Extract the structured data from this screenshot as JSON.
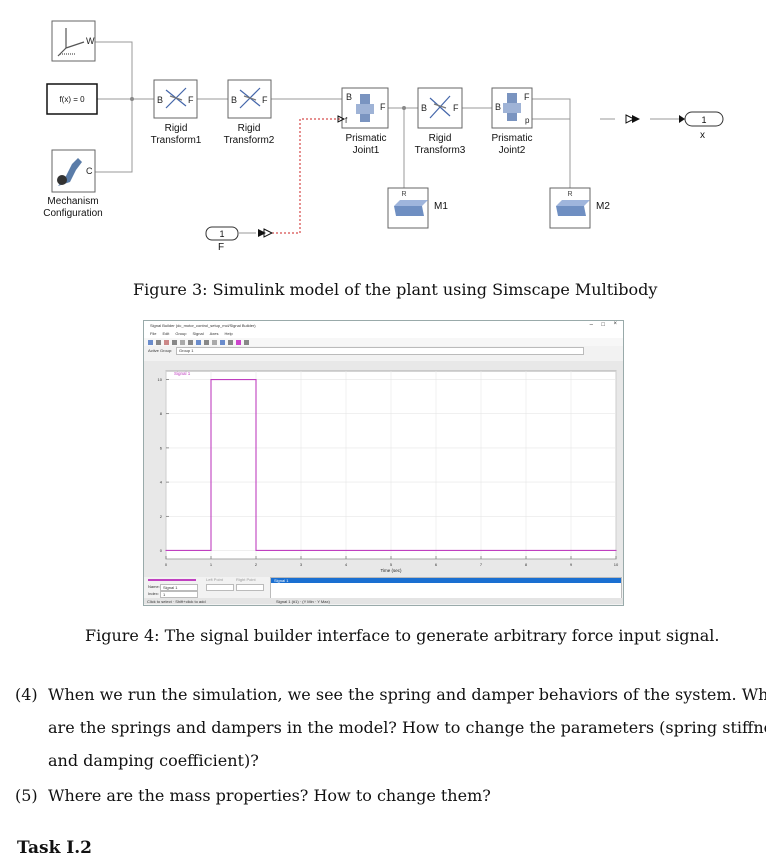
{
  "figure3": {
    "blocks": {
      "world_port": "W",
      "constraint_expr": "f(x) = 0",
      "mechanism_port": "C",
      "mechanism_label_1": "Mechanism",
      "mechanism_label_2": "Configuration",
      "rt1_label_1": "Rigid",
      "rt1_label_2": "Transform1",
      "rt2_label_1": "Rigid",
      "rt2_label_2": "Transform2",
      "pj1_label_1": "Prismatic",
      "pj1_label_2": "Joint1",
      "rt3_label_1": "Rigid",
      "rt3_label_2": "Transform3",
      "pj2_label_1": "Prismatic",
      "pj2_label_2": "Joint2",
      "mass1_label": "M1",
      "mass2_label": "M2",
      "inport_num": "1",
      "inport_label": "F",
      "outport_num": "1",
      "outport_label": "x",
      "port_b": "B",
      "port_f": "F",
      "port_p": "p",
      "port_r": "R",
      "port_force": "f"
    },
    "caption": "Figure 3: Simulink model of the plant using Simscape Multibody"
  },
  "figure4": {
    "window_title": "Signal Builder (dc_motor_control_setup_mcl/Signal Builder)",
    "menu": [
      "File",
      "Edit",
      "Group",
      "Signal",
      "Axes",
      "Help"
    ],
    "group_label": "Active Group:",
    "group_value": "Group 1",
    "signal_name": "Signal 1",
    "status_left": "Click to select · Shift+click to add",
    "status_mid": "Signal 1 (#1) · (Y Min · Y Max)",
    "name_label": "Name:",
    "name_value": "Signal 1",
    "index_label": "Index:",
    "index_value": "1",
    "left_point": "Left Point",
    "right_point": "Right Point",
    "list_item": "Signal 1",
    "caption": "Figure 4: The signal builder interface to generate arbitrary force input signal."
  },
  "chart_data": {
    "type": "line",
    "title": "Signal 1",
    "xlabel": "Time (sec)",
    "ylabel": "",
    "xlim": [
      0,
      10
    ],
    "ylim": [
      -0.5,
      10.5
    ],
    "xticks": [
      "0",
      "1",
      "2",
      "3",
      "4",
      "5",
      "6",
      "7",
      "8",
      "9",
      "10"
    ],
    "yticks": [
      "0",
      "2",
      "4",
      "6",
      "8",
      "10"
    ],
    "grid": true,
    "series": [
      {
        "name": "Signal 1",
        "x": [
          0,
          1,
          1,
          2,
          2,
          10
        ],
        "y": [
          0,
          0,
          10,
          10,
          0,
          0
        ],
        "color": "#c040c0"
      }
    ]
  },
  "questions": {
    "q4_num": "(4)",
    "q4_line1": "When we run the simulation, we see the spring and damper behaviors of the system. Where",
    "q4_line2": "are the springs and dampers in the model? How to change the parameters (spring stiffness",
    "q4_line3": "and damping coefficient)?",
    "q5_num": "(5)",
    "q5_line1": "Where are the mass properties? How to change them?",
    "task_heading": "Task I.2"
  }
}
